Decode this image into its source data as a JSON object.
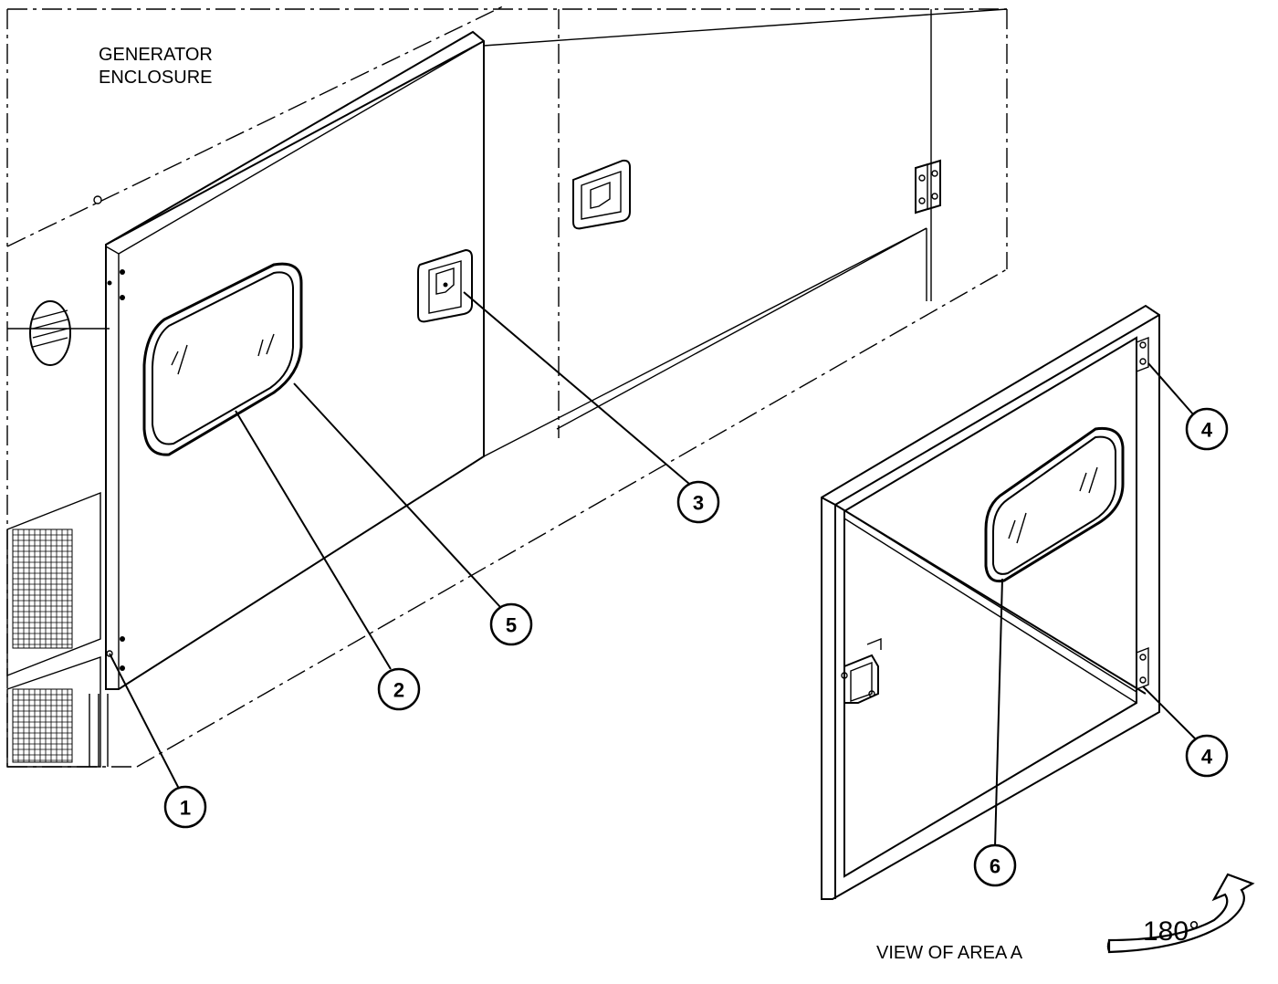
{
  "labels": {
    "enclosure_line1": "GENERATOR",
    "enclosure_line2": "ENCLOSURE",
    "view_caption": "VIEW OF AREA  A",
    "rotation": "180°"
  },
  "callouts": [
    "1",
    "2",
    "3",
    "4",
    "4",
    "5",
    "6"
  ]
}
